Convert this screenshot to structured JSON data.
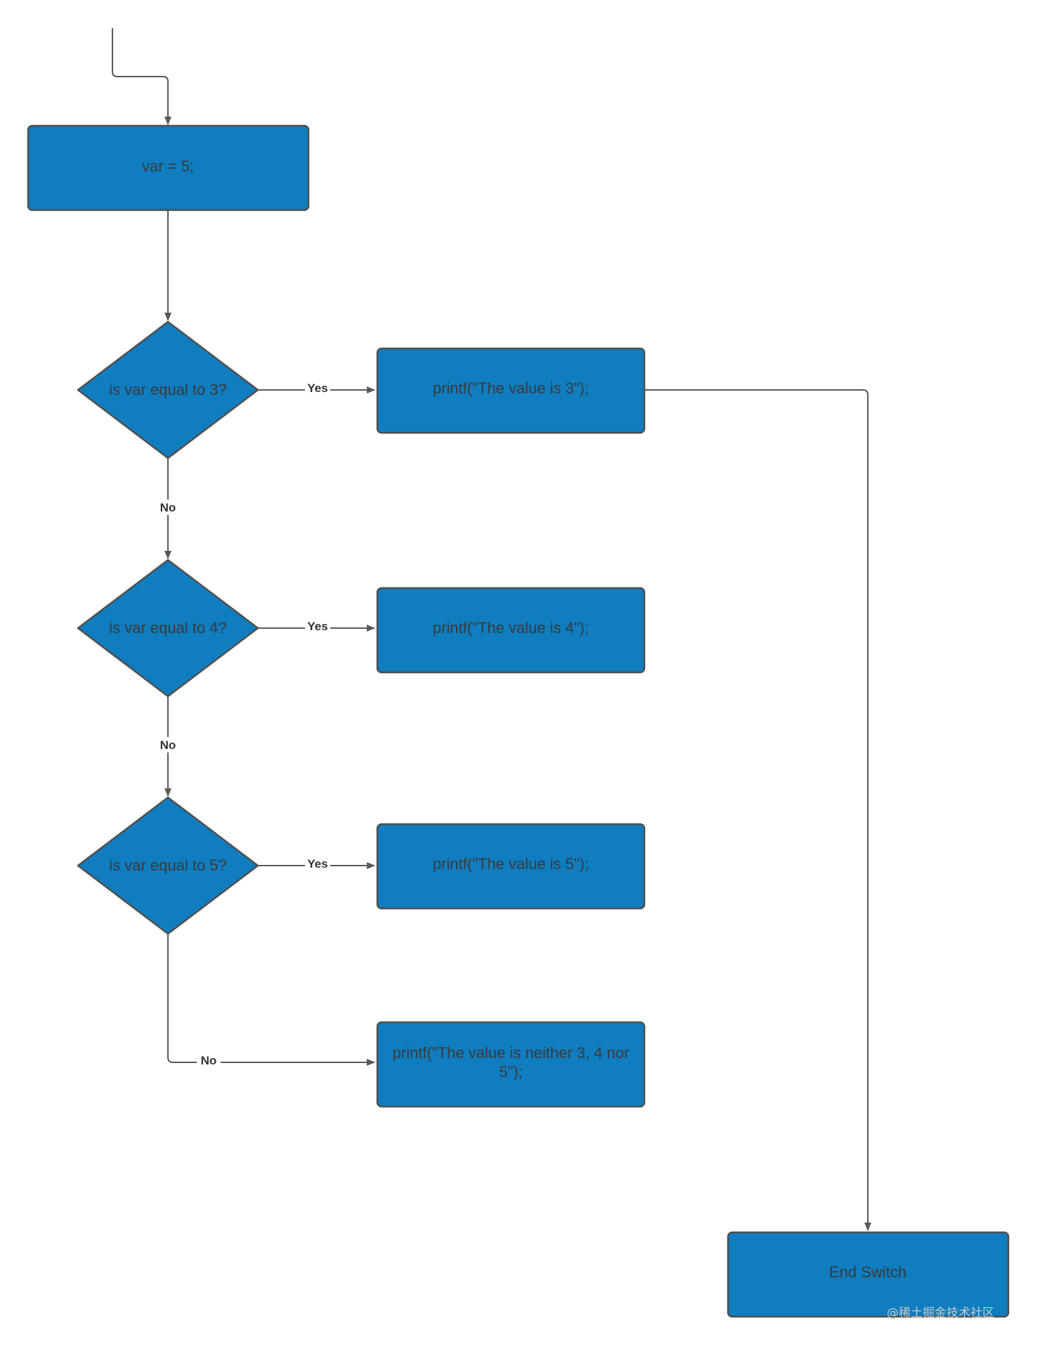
{
  "diagram": {
    "nodes": {
      "assign": {
        "label": "var = 5;"
      },
      "cond3": {
        "label": "is var equal to 3?"
      },
      "cond4": {
        "label": "is var equal to 4?"
      },
      "cond5": {
        "label": "is var equal to 5?"
      },
      "print3": {
        "label": "printf(\"The value is 3\");"
      },
      "print4": {
        "label": "printf(\"The value is 4\");"
      },
      "print5": {
        "label": "printf(\"The value is 5\");"
      },
      "print_other": {
        "label_line1": "printf(\"The value is neither 3, 4 nor",
        "label_line2": "5\");"
      },
      "end": {
        "label": "End Switch"
      }
    },
    "edges": {
      "yes": "Yes",
      "no": "No"
    },
    "colors": {
      "node_fill": "#0f7dbf",
      "node_stroke": "#4f4f4f",
      "edge": "#595959"
    }
  },
  "watermark": "@稀土掘金技术社区"
}
